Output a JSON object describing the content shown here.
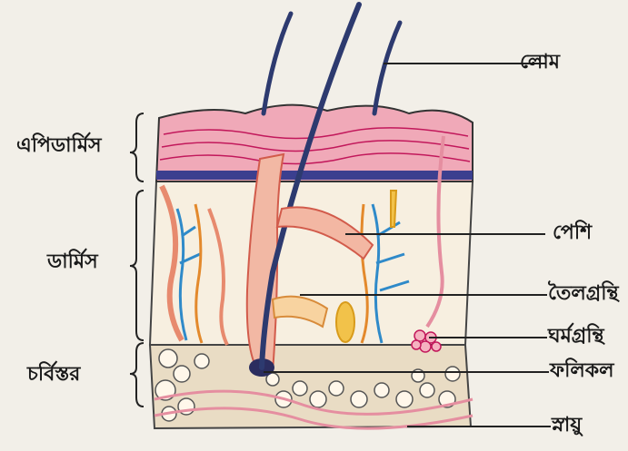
{
  "labels": {
    "left": {
      "epidermis": "এপিডার্মিস",
      "dermis": "ডার্মিস",
      "fat_layer": "চর্বিস্তর"
    },
    "right": {
      "hair": "লোম",
      "muscle": "পেশি",
      "oil_gland": "তৈলগ্রন্থি",
      "sweat_gland": "ঘর্মগ্রন্থি",
      "follicle": "ফলিকল",
      "nerve": "স্নায়ু"
    }
  }
}
